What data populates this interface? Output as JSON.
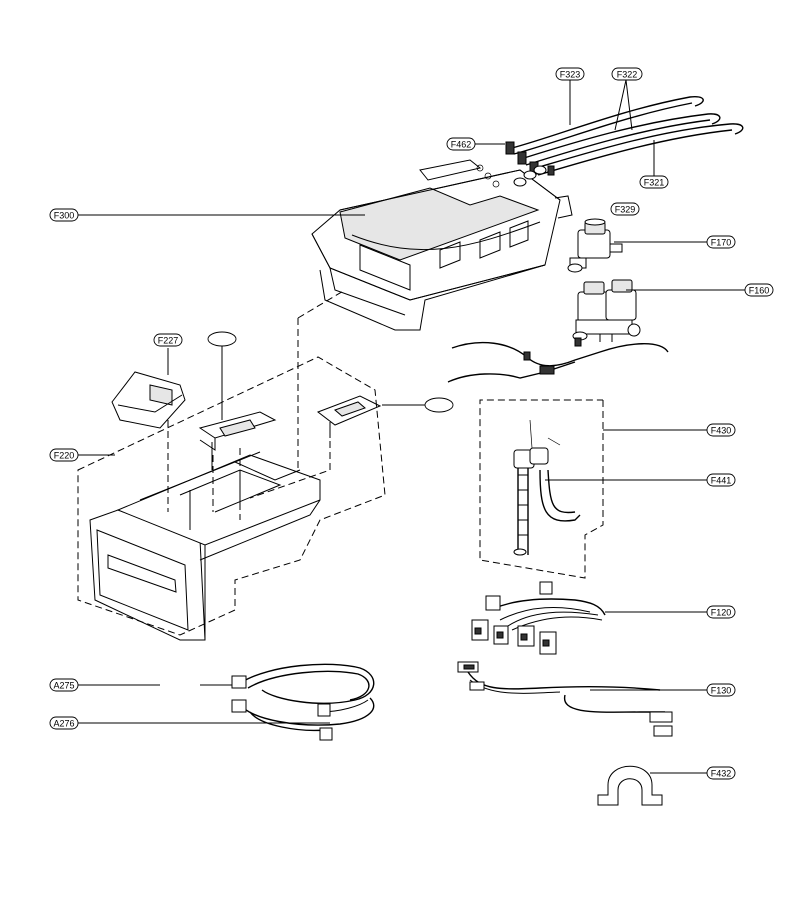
{
  "callouts": [
    {
      "id": "f323",
      "text": "F323"
    },
    {
      "id": "f322",
      "text": "F322"
    },
    {
      "id": "f462",
      "text": "F462"
    },
    {
      "id": "f321",
      "text": "F321"
    },
    {
      "id": "f300",
      "text": "F300"
    },
    {
      "id": "f329",
      "text": "F329"
    },
    {
      "id": "f170",
      "text": "F170"
    },
    {
      "id": "f160",
      "text": "F160"
    },
    {
      "id": "f227",
      "text": "F227"
    },
    {
      "id": "blank-1",
      "text": ""
    },
    {
      "id": "blank-2",
      "text": ""
    },
    {
      "id": "f220",
      "text": "F220"
    },
    {
      "id": "f430",
      "text": "F430"
    },
    {
      "id": "f441",
      "text": "F441"
    },
    {
      "id": "f120",
      "text": "F120"
    },
    {
      "id": "a275",
      "text": "A275"
    },
    {
      "id": "f130",
      "text": "F130"
    },
    {
      "id": "a276",
      "text": "A276"
    },
    {
      "id": "f432",
      "text": "F432"
    }
  ]
}
